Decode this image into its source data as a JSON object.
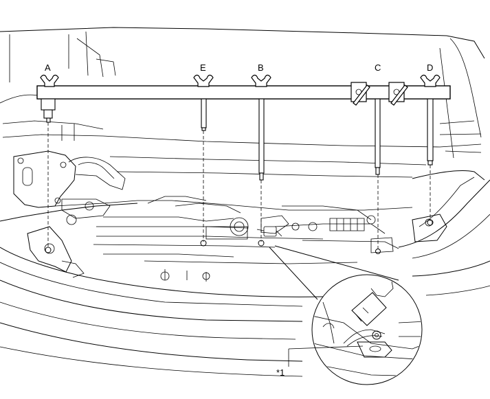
{
  "labels": {
    "A": "A",
    "B": "B",
    "C": "C",
    "D": "D",
    "E": "E",
    "callout": "*1"
  }
}
